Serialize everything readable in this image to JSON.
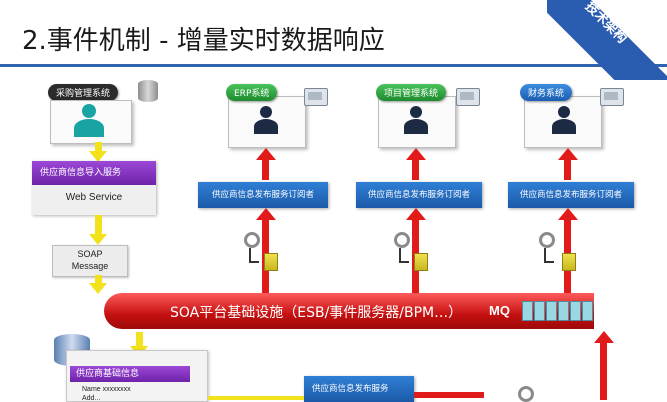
{
  "header": {
    "title": "2.事件机制 - 增量实时数据响应",
    "badge": "技术架构"
  },
  "source": {
    "system_label": "采购管理系统",
    "service_label": "供应商信息导入服务",
    "web_service": "Web Service",
    "soap_message": "SOAP\nMessage"
  },
  "subscribers": [
    {
      "system_label": "ERP系统",
      "service_label": "供应商信息发布服务订阅者"
    },
    {
      "system_label": "项目管理系统",
      "service_label": "供应商信息发布服务订阅者"
    },
    {
      "system_label": "财务系统",
      "service_label": "供应商信息发布服务订阅者"
    }
  ],
  "bus": {
    "label": "SOA平台基础设施（ESB/事件服务器/BPM…）",
    "mq": "MQ"
  },
  "database": {
    "label": "供应商基础信息",
    "row1": "Name xxxxxxxx",
    "row2": "Add..."
  },
  "publisher": {
    "label": "供应商信息发布服务"
  }
}
